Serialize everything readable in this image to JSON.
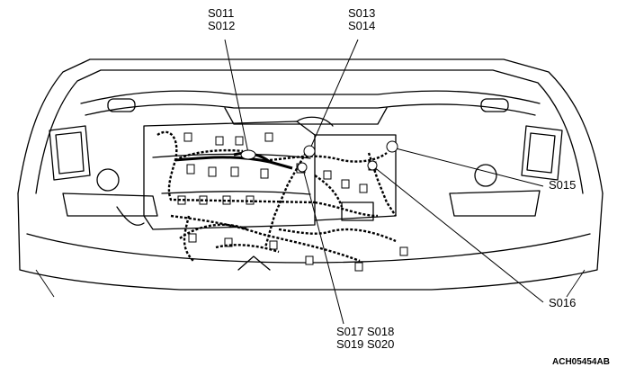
{
  "labels": {
    "s011_s012": "S011\nS012",
    "s013_s014": "S013\nS014",
    "s015": "S015",
    "s016": "S016",
    "s017_s020": "S017 S018\nS019 S020"
  },
  "figure_code": "ACH05454AB"
}
